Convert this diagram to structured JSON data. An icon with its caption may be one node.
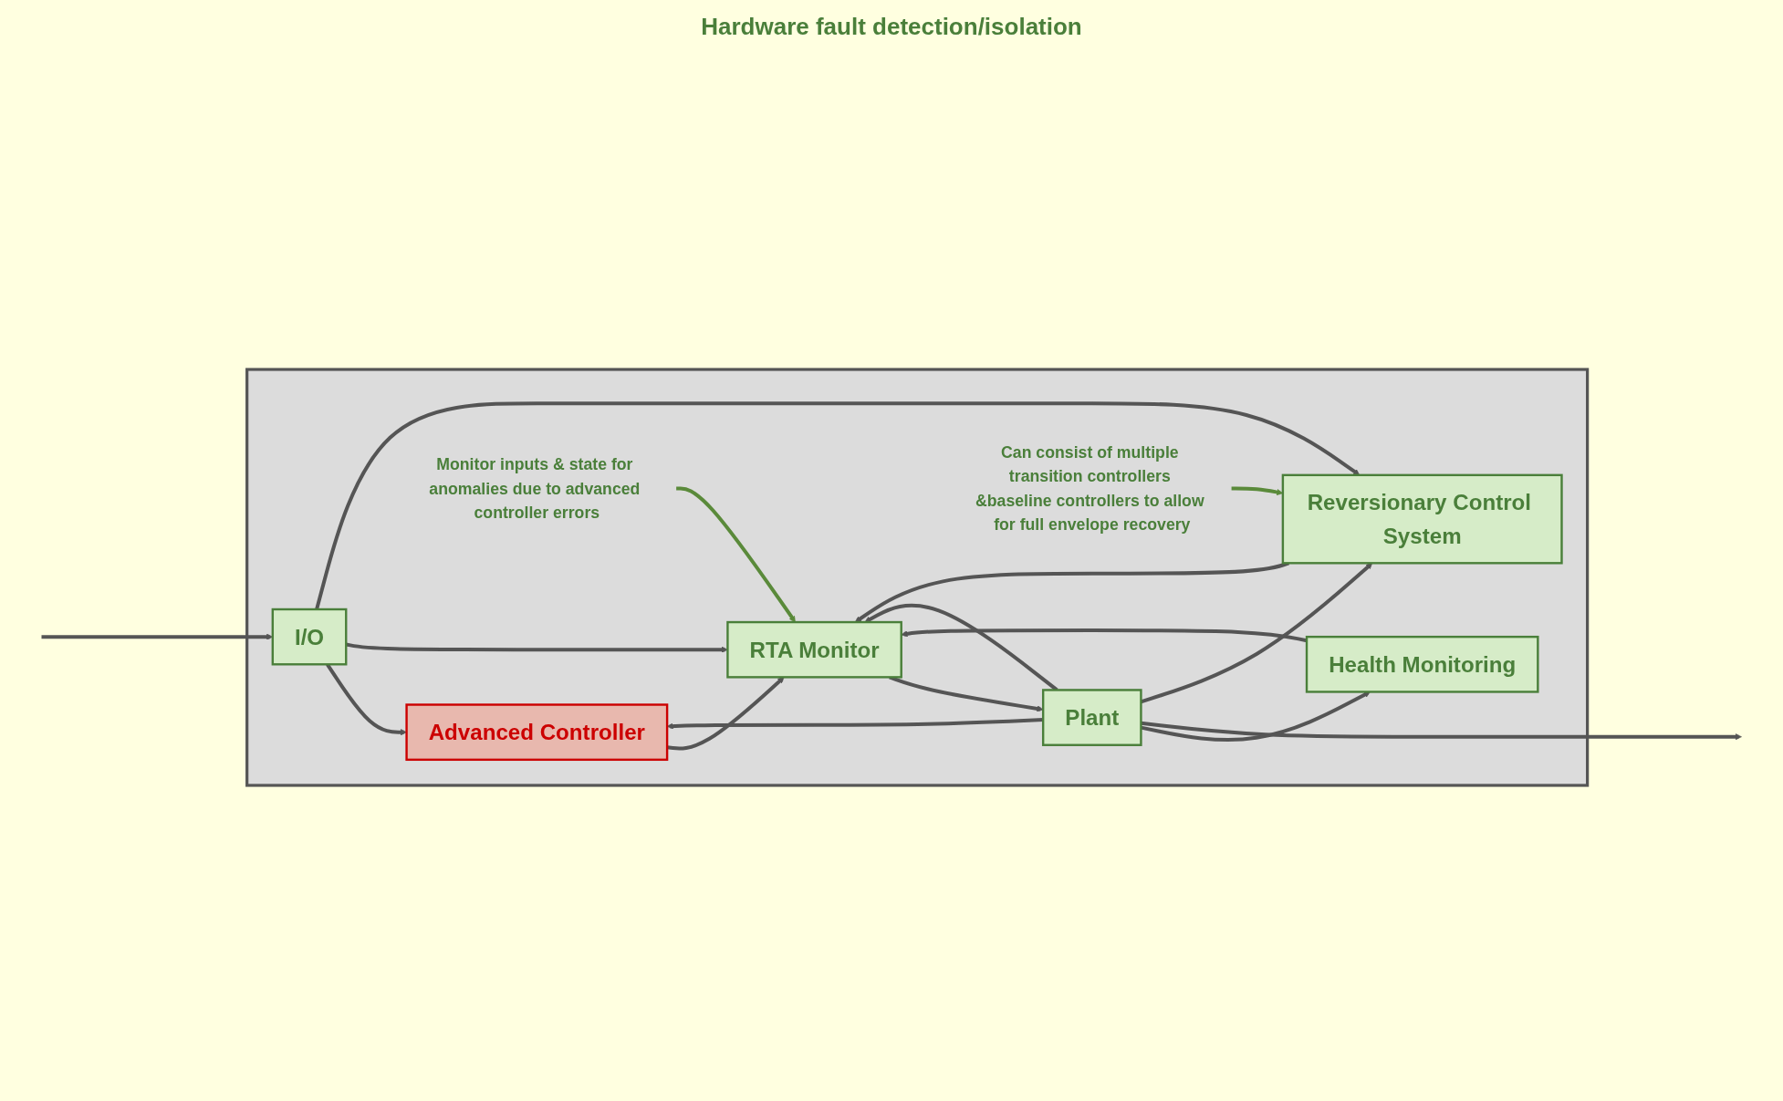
{
  "diagram": {
    "nodes": [
      {
        "text": [],
        "shape": "box"
      },
      {
        "text": [
          "Advanced Controller"
        ],
        "in": 0
      },
      {
        "text": [
          "Health Monitoring"
        ],
        "in": 0
      },
      {
        "text": [
          "I/O"
        ],
        "in": 0
      },
      {
        "text": [
          "RTA Monitor"
        ],
        "in": 0
      },
      {
        "text": [
          "Plant"
        ],
        "in": 0
      },
      {
        "text": [
          "Reversionary Control System"
        ],
        "in": 0
      },
      {
        "text": [
          "Monitor inputs & state for anomalies due to advanced controller errors"
        ],
        "in": 0
      },
      {
        "text": [
          "Can consist of multiple transition controllers &baseline controllers to allow for full envelope recovery"
        ],
        "in": 0
      }
    ],
    "edges": [
      {
        "from": null,
        "to": 3,
        "arrow": "to"
      },
      {
        "from": 3,
        "to": 1,
        "arrow": "to"
      },
      {
        "from": 3,
        "to": 4,
        "arrow": "to"
      },
      {
        "from": 3,
        "to": 6,
        "arrow": "to"
      },
      {
        "from": 1,
        "to": 4,
        "arrow": "to"
      },
      {
        "from": 6,
        "to": 4,
        "arrow": "to"
      },
      {
        "from": 2,
        "to": 4,
        "arrow": "to"
      },
      {
        "from": 4,
        "to": 5,
        "arrow": "to"
      },
      {
        "from": 5,
        "to": 2,
        "arrow": "to"
      },
      {
        "from": 5,
        "to": 1,
        "arrow": "to"
      },
      {
        "from": 5,
        "to": null,
        "arrow": "to"
      },
      {
        "from": 5,
        "to": 4,
        "arrow": "to"
      },
      {
        "from": 5,
        "to": 6,
        "arrow": "to"
      },
      {
        "from": 7,
        "to": 4,
        "arrow": "to",
        "color": "#5a8a3a"
      },
      {
        "from": 8,
        "to": 6,
        "arrow": "to",
        "color": "#5a8a3a"
      }
    ],
    "labels": [
      "Hardware fault detection/isolation"
    ]
  }
}
